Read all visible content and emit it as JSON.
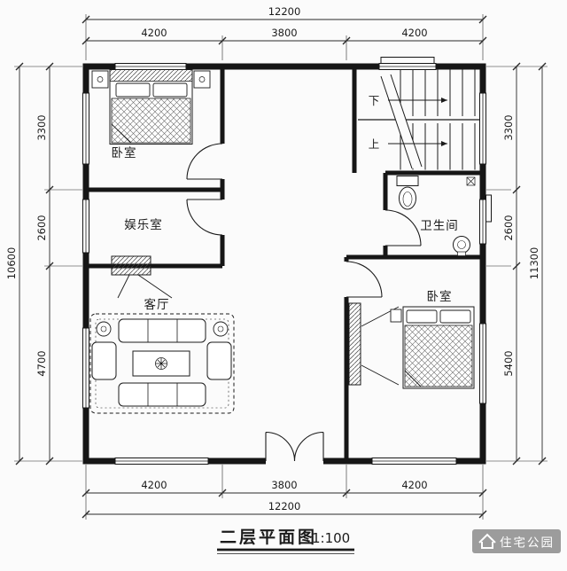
{
  "theme": {
    "background": "#fbfbfb",
    "ink": "#1b1b1b",
    "watermark_gray": "#949494"
  },
  "title": {
    "text": "二层平面图",
    "scale": "1:100"
  },
  "watermark": {
    "brand": "住宅公园",
    "icon": "house-icon"
  },
  "dimensions": {
    "top": {
      "overall": "12200",
      "segments": [
        "4200",
        "3800",
        "4200"
      ]
    },
    "bottom": {
      "overall": "12200",
      "segments": [
        "4200",
        "3800",
        "4200"
      ]
    },
    "left": {
      "overall": "10600",
      "segments": [
        "3300",
        "2600",
        "4700"
      ]
    },
    "right": {
      "overall": "11300",
      "segments": [
        "3300",
        "2600",
        "5400"
      ]
    }
  },
  "rooms": {
    "bedroom_top_left": "卧室",
    "entertainment_room": "娱乐室",
    "living_room": "客厅",
    "bathroom": "卫生间",
    "bedroom_bottom_right": "卧室"
  },
  "stairs": {
    "down": "下",
    "up": "上"
  }
}
